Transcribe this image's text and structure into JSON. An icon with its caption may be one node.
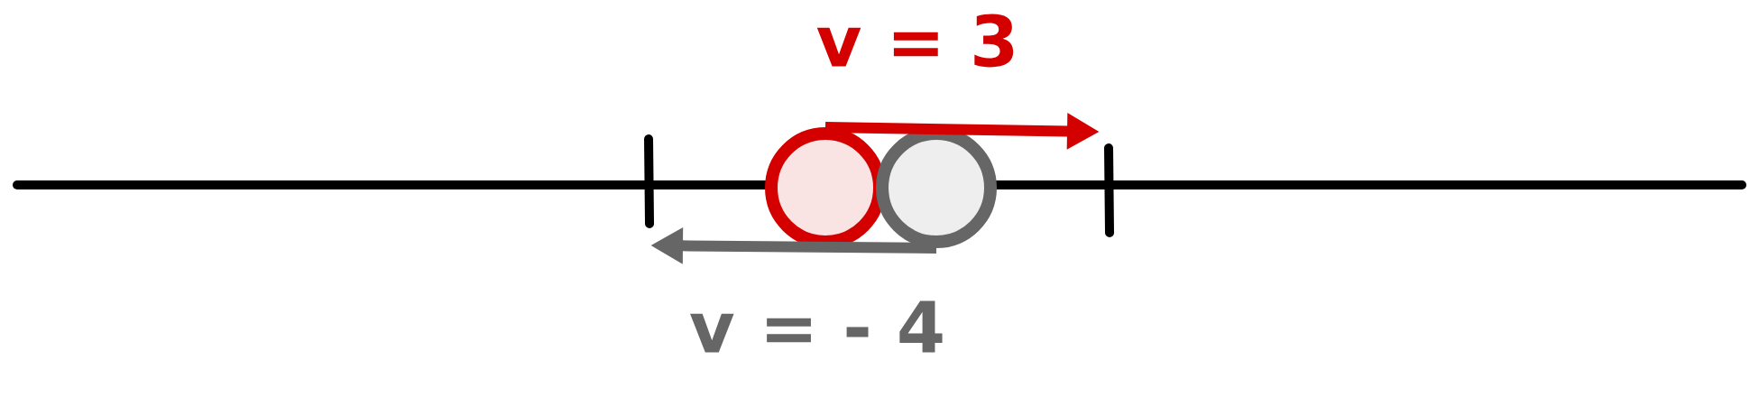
{
  "diagram": {
    "nodes": [
      {
        "text": [],
        "shape": "circle"
      },
      {
        "text": [],
        "shape": "circle"
      }
    ],
    "edges": [
      {
        "from": 0,
        "to": null,
        "arrow": "to",
        "label": "v = 3",
        "color": "#d40000"
      },
      {
        "from": 1,
        "to": null,
        "arrow": "to",
        "label": "v = - 4",
        "color": "#666666"
      }
    ]
  }
}
